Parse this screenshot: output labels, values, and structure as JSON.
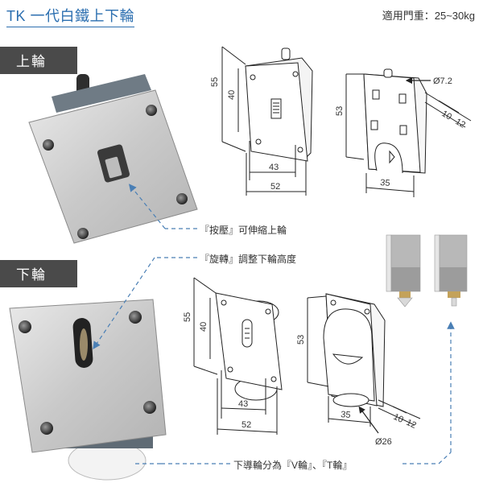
{
  "header": {
    "title": "TK 一代白鐵上下輪",
    "door_weight": "適用門重：25~30kg"
  },
  "sections": {
    "upper_label": "上輪",
    "lower_label": "下輪"
  },
  "notes": {
    "press": "『按壓』可伸縮上輪",
    "rotate": "『旋轉』調整下輪高度",
    "wheel_types": "下導輪分為『V輪』、『T輪』"
  },
  "dimensions": {
    "upper_front_height": "55",
    "upper_front_inner_height": "40",
    "upper_front_inner_width": "43",
    "upper_front_width": "52",
    "upper_side_height": "53",
    "upper_side_width": "35",
    "upper_pin_diameter": "Ø7.2",
    "upper_thickness_a": "10",
    "upper_thickness_b": "12",
    "lower_front_height": "55",
    "lower_front_inner_height": "40",
    "lower_front_inner_width": "43",
    "lower_front_width": "52",
    "lower_side_height": "53",
    "lower_side_width": "35",
    "lower_wheel_diameter": "Ø26",
    "lower_thickness_a": "10",
    "lower_thickness_b": "12"
  },
  "colors": {
    "title_blue": "#2c6fb0",
    "arrow_blue": "#4a7fb5",
    "label_bg": "#4a4a4a"
  }
}
